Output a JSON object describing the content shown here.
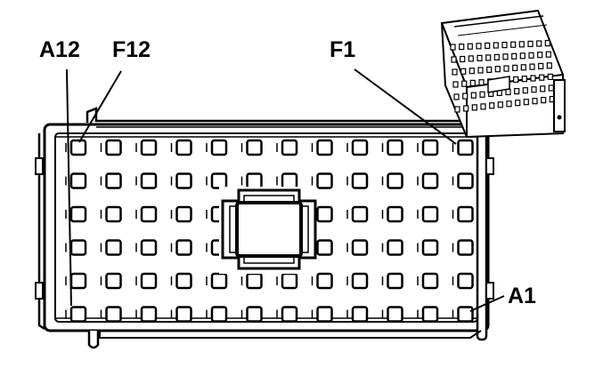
{
  "labels": {
    "a12": "A12",
    "f12": "F12",
    "f1": "F1",
    "a1": "A1"
  },
  "connector": {
    "cavity_rows": 6,
    "cavity_columns": 12
  },
  "colors": {
    "ink": "#000000",
    "paper": "#ffffff"
  }
}
